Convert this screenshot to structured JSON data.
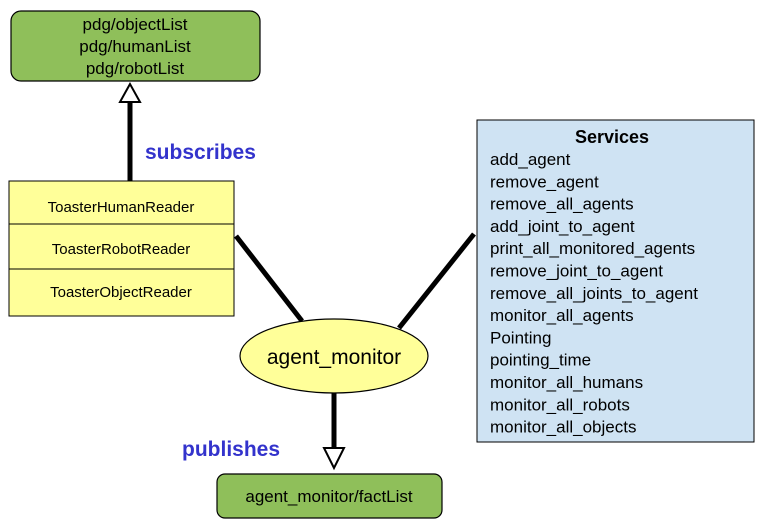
{
  "colors": {
    "topic_fill": "#8fbf5a",
    "reader_fill": "#ffff99",
    "node_fill": "#ffff99",
    "services_fill": "#cfe3f3",
    "label_color": "#3333cc",
    "line_color": "#000000"
  },
  "topics_box": {
    "lines": [
      "pdg/objectList",
      "pdg/humanList",
      "pdg/robotList"
    ]
  },
  "readers": {
    "items": [
      "ToasterHumanReader",
      "ToasterRobotReader",
      "ToasterObjectReader"
    ]
  },
  "edges": {
    "subscribes_label": "subscribes",
    "publishes_label": "publishes"
  },
  "node": {
    "label": "agent_monitor"
  },
  "output_box": {
    "label": "agent_monitor/factList"
  },
  "services": {
    "title": "Services",
    "items": [
      "add_agent",
      "remove_agent",
      "remove_all_agents",
      "add_joint_to_agent",
      "print_all_monitored_agents",
      "remove_joint_to_agent",
      "remove_all_joints_to_agent",
      "monitor_all_agents",
      "Pointing",
      "pointing_time",
      "monitor_all_humans",
      "monitor_all_robots",
      "monitor_all_objects"
    ]
  }
}
